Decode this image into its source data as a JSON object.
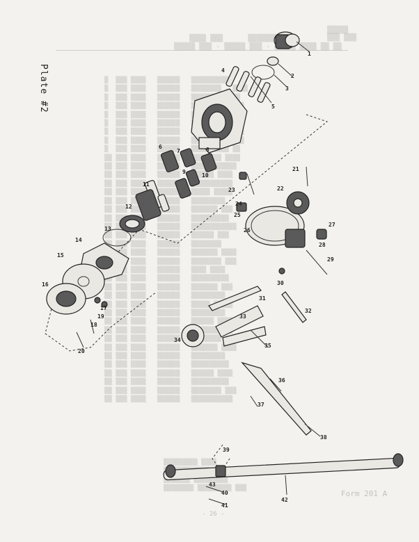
{
  "plate": {
    "label": "Plate #2"
  },
  "part_numbers": [
    "1",
    "2",
    "3",
    "4",
    "5",
    "6",
    "7",
    "8",
    "9",
    "10",
    "11",
    "12",
    "13",
    "14",
    "15",
    "16",
    "17",
    "18",
    "19",
    "20",
    "21",
    "22",
    "23",
    "24",
    "25",
    "26",
    "27",
    "28",
    "29",
    "30",
    "31",
    "32",
    "33",
    "34",
    "35",
    "36",
    "37",
    "38",
    "39",
    "40",
    "41",
    "42",
    "43"
  ],
  "footer": {
    "form": "Form 201 A",
    "page": "- 26 -"
  }
}
